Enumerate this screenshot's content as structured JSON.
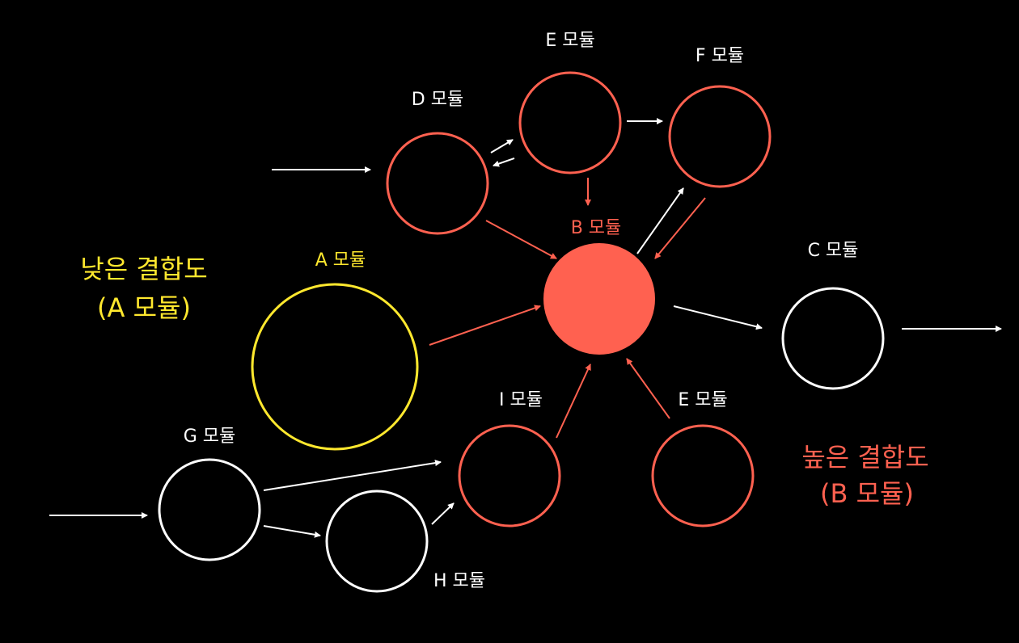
{
  "colors": {
    "background": "#000000",
    "white": "#FFFFFF",
    "red": "#FF6150",
    "yellow": "#FFE82E"
  },
  "notes": {
    "low_coupling_line1": "낮은 결합도",
    "low_coupling_line2": "(A 모듈)",
    "high_coupling_line1": "높은 결합도",
    "high_coupling_line2": "(B 모듈)"
  },
  "nodes": {
    "a": {
      "label": "A 모듈",
      "style": "yellow-outline"
    },
    "b": {
      "label": "B 모듈",
      "style": "red-filled"
    },
    "c": {
      "label": "C 모듈",
      "style": "white-outline"
    },
    "d": {
      "label": "D 모듈",
      "style": "red-outline"
    },
    "e_top": {
      "label": "E 모듈",
      "style": "red-outline"
    },
    "f": {
      "label": "F 모듈",
      "style": "red-outline"
    },
    "g": {
      "label": "G 모듈",
      "style": "white-outline"
    },
    "h": {
      "label": "H 모듈",
      "style": "white-outline"
    },
    "i": {
      "label": "I 모듈",
      "style": "red-outline"
    },
    "e_bottom": {
      "label": "E 모듈",
      "style": "red-outline"
    }
  },
  "edges": [
    {
      "from": "input",
      "to": "d",
      "color": "white"
    },
    {
      "from": "d",
      "to": "e_top",
      "color": "white"
    },
    {
      "from": "e_top",
      "to": "d",
      "color": "white"
    },
    {
      "from": "e_top",
      "to": "f",
      "color": "white"
    },
    {
      "from": "e_top",
      "to": "b",
      "color": "red"
    },
    {
      "from": "d",
      "to": "b",
      "color": "red"
    },
    {
      "from": "b",
      "to": "f",
      "color": "white"
    },
    {
      "from": "f",
      "to": "b",
      "color": "red"
    },
    {
      "from": "a",
      "to": "b",
      "color": "red"
    },
    {
      "from": "b",
      "to": "c",
      "color": "white"
    },
    {
      "from": "c",
      "to": "output",
      "color": "white"
    },
    {
      "from": "input",
      "to": "g",
      "color": "white"
    },
    {
      "from": "g",
      "to": "i",
      "color": "white"
    },
    {
      "from": "g",
      "to": "h",
      "color": "white"
    },
    {
      "from": "h",
      "to": "i",
      "color": "white"
    },
    {
      "from": "i",
      "to": "b",
      "color": "red"
    },
    {
      "from": "e_bottom",
      "to": "b",
      "color": "red"
    }
  ]
}
